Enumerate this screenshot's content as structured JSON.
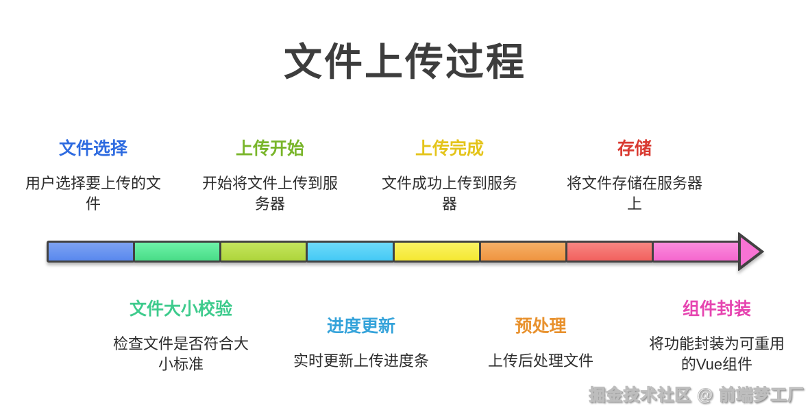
{
  "page": {
    "title": "文件上传过程",
    "watermark": "掘金技术社区 @ 前端梦工厂"
  },
  "stages_top": [
    {
      "title": "文件选择",
      "description": "用户选择要上传的文件",
      "color": "#2e6be0"
    },
    {
      "title": "上传开始",
      "description": "开始将文件上传到服务器",
      "color": "#79b52a"
    },
    {
      "title": "上传完成",
      "description": "文件成功上传到服务器",
      "color": "#e4c41a"
    },
    {
      "title": "存储",
      "description": "将文件存储在服务器上",
      "color": "#d93a31"
    }
  ],
  "stages_bottom": [
    {
      "title": "文件大小校验",
      "description": "检查文件是否符合大小标准",
      "color": "#3ecb8d"
    },
    {
      "title": "进度更新",
      "description": "实时更新上传进度条",
      "color": "#35a3da"
    },
    {
      "title": "预处理",
      "description": "上传后处理文件",
      "color": "#e8912d"
    },
    {
      "title": "组件封装",
      "description": "将功能封装为可重用的Vue组件",
      "color": "#e645b0"
    }
  ],
  "arrow": {
    "border_color": "#424242",
    "head_color": "#f873d4",
    "segments": [
      {
        "stage": "file-select",
        "color_top": "#7ea3f2",
        "color_bottom": "#5988ee"
      },
      {
        "stage": "file-size-check",
        "color_top": "#6ef2a9",
        "color_bottom": "#49dc87"
      },
      {
        "stage": "upload-start",
        "color_top": "#c4e55e",
        "color_bottom": "#aed53b"
      },
      {
        "stage": "progress-update",
        "color_top": "#6edaf9",
        "color_bottom": "#44c9f5"
      },
      {
        "stage": "upload-complete",
        "color_top": "#faf263",
        "color_bottom": "#f5e832"
      },
      {
        "stage": "preprocess",
        "color_top": "#f5b067",
        "color_bottom": "#ef9440"
      },
      {
        "stage": "storage",
        "color_top": "#f68682",
        "color_bottom": "#f2615e"
      },
      {
        "stage": "component-wrap",
        "color_top": "#fa8cdd",
        "color_bottom": "#f567ce"
      }
    ]
  }
}
